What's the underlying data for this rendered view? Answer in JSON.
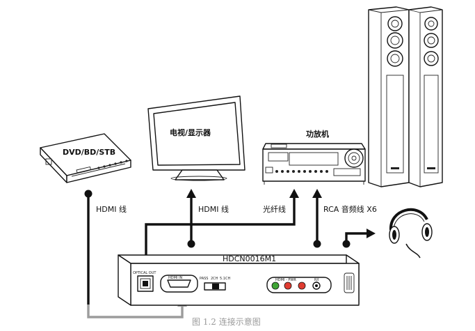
{
  "devices": {
    "dvd": "DVD/BD/STB",
    "tv": "电视/显示器",
    "amp": "功放机",
    "converter": "HDCN0016M1"
  },
  "connections": {
    "hdmi_in": "HDMI 线",
    "hdmi_out": "HDMI 线",
    "optical": "光纤线",
    "rca": "RCA 音频线 X6"
  },
  "panel": {
    "optical_out": "OPTICAL OUT",
    "hdmi_in": "HDMI IN",
    "pass": "PASS",
    "ch2": "2CH",
    "ch51": "5.1CH",
    "hdmi_pwr": "HDMI - PWR",
    "reset": "R/I"
  },
  "caption": "图 1.2 连接示意图"
}
